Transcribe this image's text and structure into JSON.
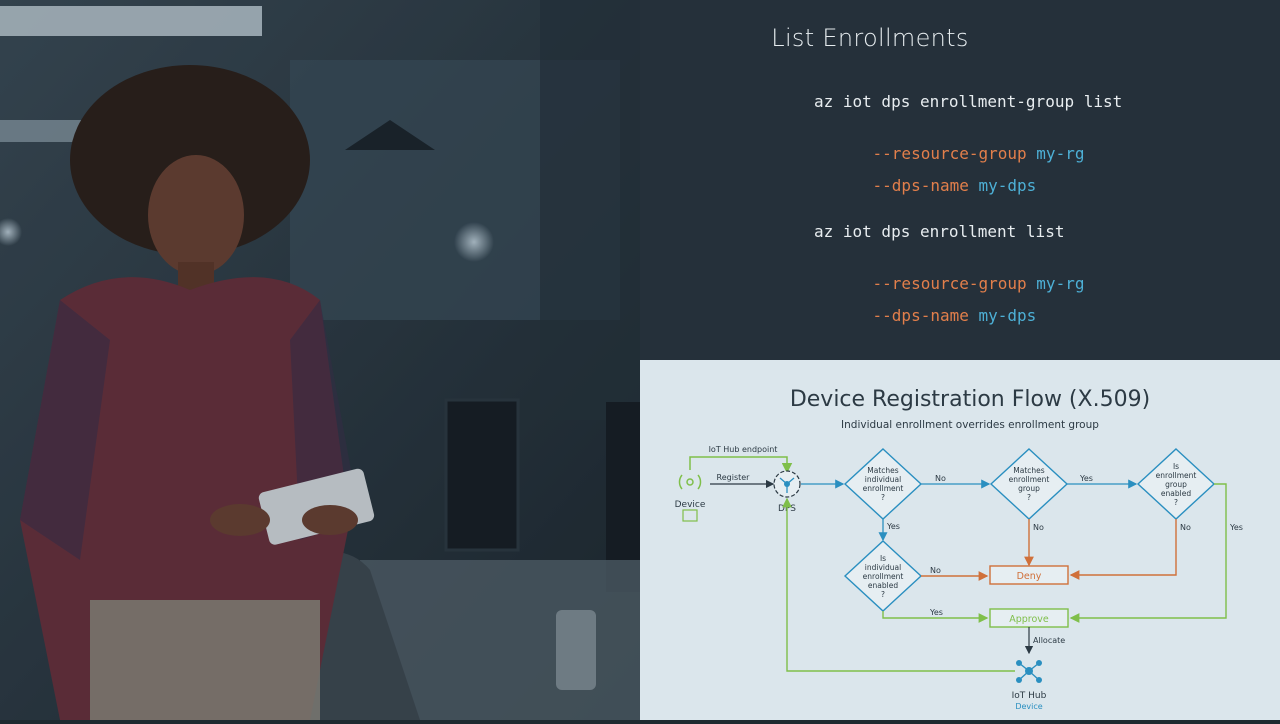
{
  "code": {
    "title": "List Enrollments",
    "block1": {
      "cmd": "az iot dps enrollment-group list",
      "line2_flag": "--resource-group",
      "line2_val": "my-rg",
      "line3_flag": "--dps-name",
      "line3_val": "my-dps"
    },
    "block2": {
      "cmd": "az iot dps enrollment list",
      "line2_flag": "--resource-group",
      "line2_val": "my-rg",
      "line3_flag": "--dps-name",
      "line3_val": "my-dps"
    }
  },
  "diagram": {
    "title": "Device Registration Flow (X.509)",
    "subtitle": "Individual enrollment overrides enrollment group",
    "device_label": "Device",
    "dps_label": "DPS",
    "iot_hub_endpoint": "IoT Hub endpoint",
    "register": "Register",
    "d1_lines": [
      "Matches",
      "individual",
      "enrollment",
      "?"
    ],
    "d2_lines": [
      "Matches",
      "enrollment",
      "group",
      "?"
    ],
    "d3_lines": [
      "Is",
      "enrollment",
      "group",
      "enabled",
      "?"
    ],
    "d4_lines": [
      "Is",
      "individual",
      "enrollment",
      "enabled",
      "?"
    ],
    "no": "No",
    "yes": "Yes",
    "deny": "Deny",
    "approve": "Approve",
    "allocate": "Allocate",
    "iot_hub_label": "IoT Hub",
    "iot_hub_sub": "Device",
    "colors": {
      "flow_blue": "#2a8fc0",
      "deny_orange": "#d0703a",
      "approve_green": "#7fbf4a",
      "dark_text": "#2c3a44"
    }
  }
}
